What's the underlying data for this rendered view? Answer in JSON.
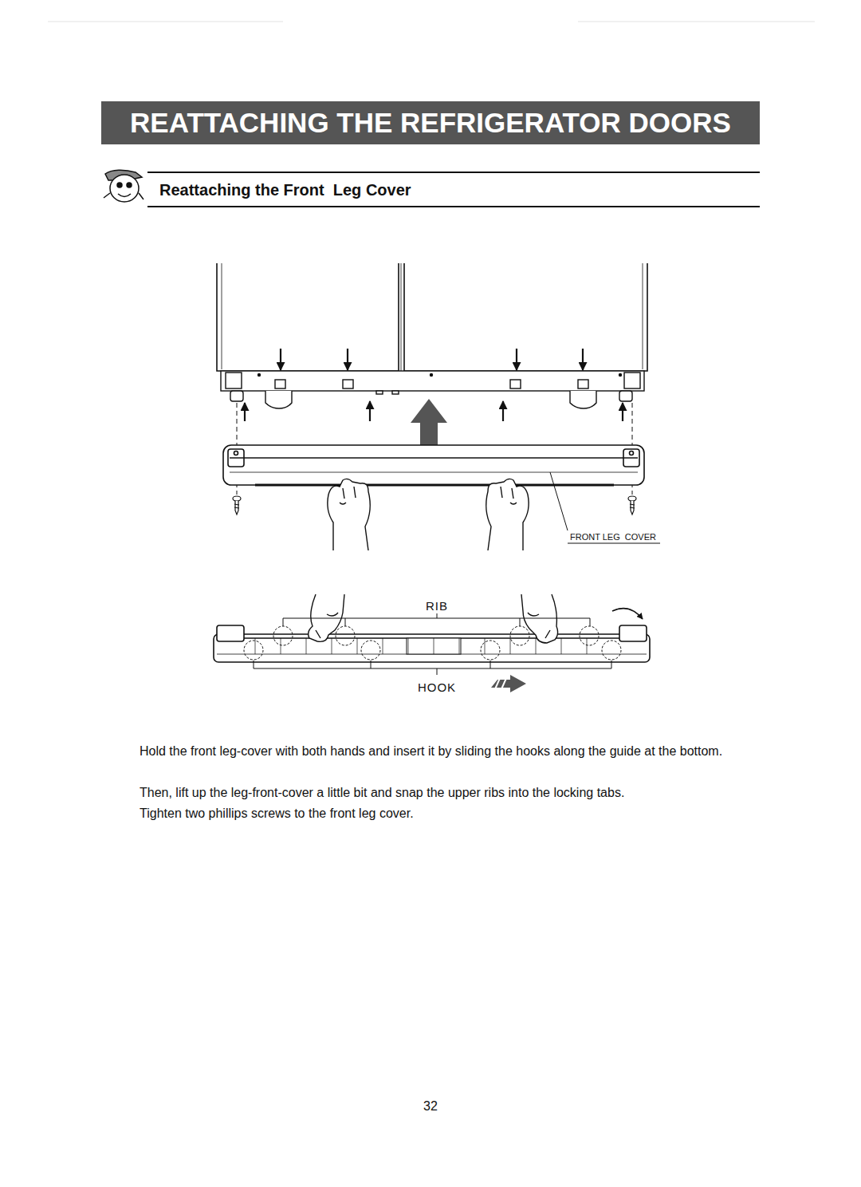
{
  "diagram": {
    "title": "REATTACHING THE REFRIGERATOR DOORS",
    "labels": [
      "Reattaching the Front  Leg Cover",
      "FRONT LEG  COVER",
      "RIB",
      "HOOK",
      "Hold the front leg-cover with both hands and insert it by sliding the hooks along the guide at the bottom.",
      "Then, lift up the leg-front-cover a little bit and snap the upper ribs into the locking tabs.",
      "Tighten two phillips screws to the front leg cover.",
      "32"
    ]
  }
}
